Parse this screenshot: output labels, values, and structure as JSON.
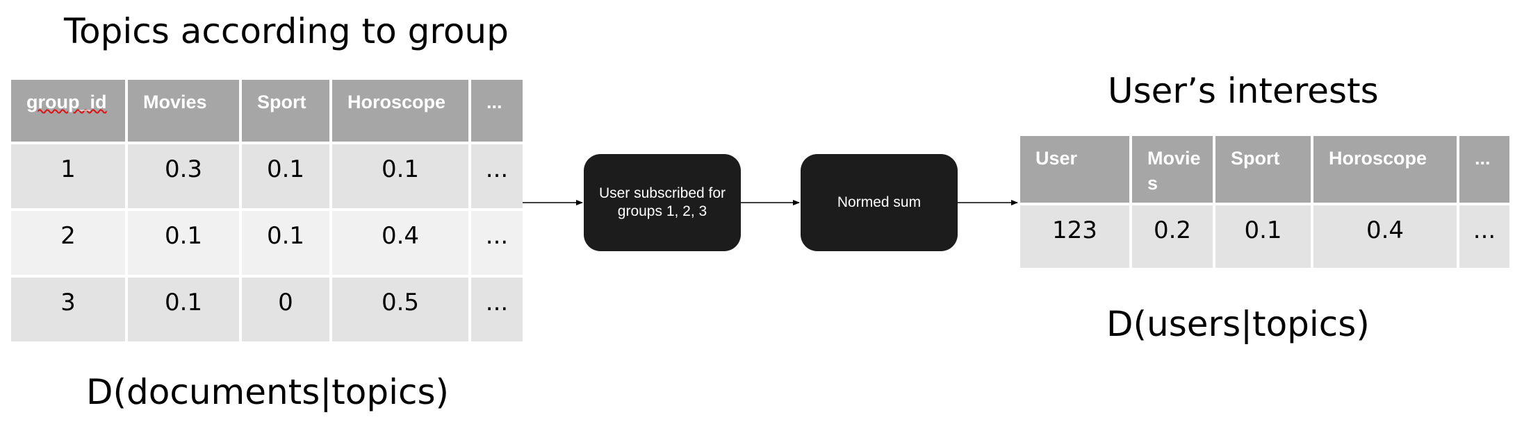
{
  "left": {
    "title": "Topics according to group",
    "caption": "D(documents|topics)",
    "headers": [
      "group_id",
      "Movies",
      "Sport",
      "Horoscope",
      "..."
    ],
    "rows": [
      [
        "1",
        "0.3",
        "0.1",
        "0.1",
        "..."
      ],
      [
        "2",
        "0.1",
        "0.1",
        "0.4",
        "..."
      ],
      [
        "3",
        "0.1",
        "0",
        "0.5",
        "..."
      ]
    ]
  },
  "flow": {
    "step1": "User subscribed for groups 1, 2, 3",
    "step2": "Normed sum"
  },
  "right": {
    "title": "User’s interests",
    "caption": "D(users|topics)",
    "headers": [
      "User",
      "Movies",
      "Sport",
      "Horoscope",
      "..."
    ],
    "rows": [
      [
        "123",
        "0.2",
        "0.1",
        "0.4",
        "..."
      ]
    ]
  }
}
